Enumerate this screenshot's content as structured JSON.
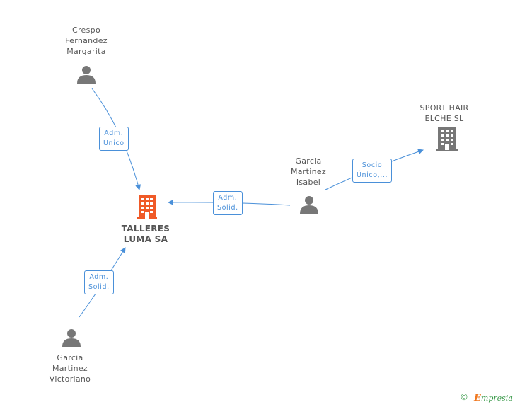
{
  "nodes": {
    "crespo": {
      "lines": [
        "Crespo",
        "Fernandez",
        "Margarita"
      ]
    },
    "talleres": {
      "lines": [
        "TALLERES",
        "LUMA SA"
      ]
    },
    "isabel": {
      "lines": [
        "Garcia",
        "Martinez",
        "Isabel"
      ]
    },
    "sport": {
      "lines": [
        "SPORT HAIR",
        "ELCHE SL"
      ]
    },
    "victoriano": {
      "lines": [
        "Garcia",
        "Martinez",
        "Victoriano"
      ]
    }
  },
  "edges": {
    "crespo_talleres": {
      "lines": [
        "Adm.",
        "Unico"
      ]
    },
    "isabel_talleres": {
      "lines": [
        "Adm.",
        "Solid."
      ]
    },
    "isabel_sport": {
      "lines": [
        "Socio",
        "Único,..."
      ]
    },
    "victoriano_talleres": {
      "lines": [
        "Adm.",
        "Solid."
      ]
    }
  },
  "colors": {
    "edge": "#4a90d9",
    "person_icon": "#777777",
    "company_icon": "#777777",
    "main_company_icon": "#f05a28"
  },
  "footer": {
    "copyright": "©",
    "brand_first": "E",
    "brand_rest": "mpresia"
  }
}
